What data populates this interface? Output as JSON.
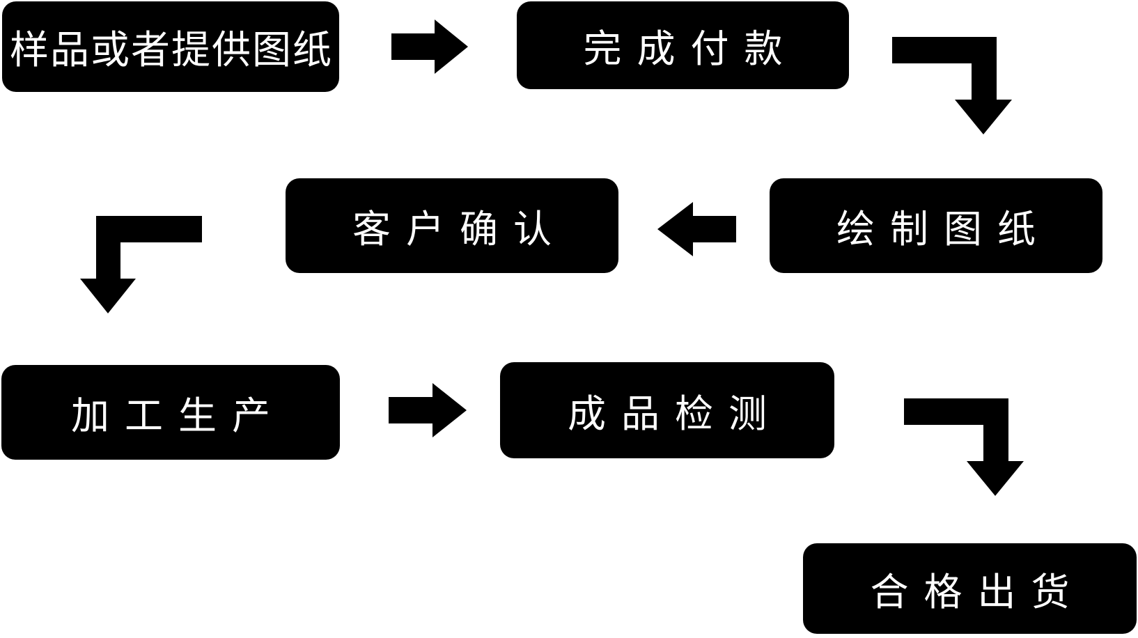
{
  "colors": {
    "canvas_background": "#ffffff",
    "node_background": "#000000",
    "node_text": "#ffffff",
    "arrow": "#000000"
  },
  "flowchart": {
    "nodes": [
      {
        "id": "sample",
        "label": "样品或者提供图纸"
      },
      {
        "id": "payment",
        "label": "完成付款"
      },
      {
        "id": "draw",
        "label": "绘制图纸"
      },
      {
        "id": "confirm",
        "label": "客户确认"
      },
      {
        "id": "produce",
        "label": "加工生产"
      },
      {
        "id": "inspect",
        "label": "成品检测"
      },
      {
        "id": "ship",
        "label": "合格出货"
      }
    ],
    "connectors": [
      {
        "from": "样品或者提供图纸",
        "to": "完成付款",
        "icon": "arrow-right-icon"
      },
      {
        "from": "完成付款",
        "to": "绘制图纸",
        "icon": "elbow-arrow-down-right-icon"
      },
      {
        "from": "绘制图纸",
        "to": "客户确认",
        "icon": "arrow-left-icon"
      },
      {
        "from": "客户确认",
        "to": "加工生产",
        "icon": "elbow-arrow-down-left-icon"
      },
      {
        "from": "加工生产",
        "to": "成品检测",
        "icon": "arrow-right-icon"
      },
      {
        "from": "成品检测",
        "to": "合格出货",
        "icon": "elbow-arrow-down-right-icon"
      }
    ]
  }
}
